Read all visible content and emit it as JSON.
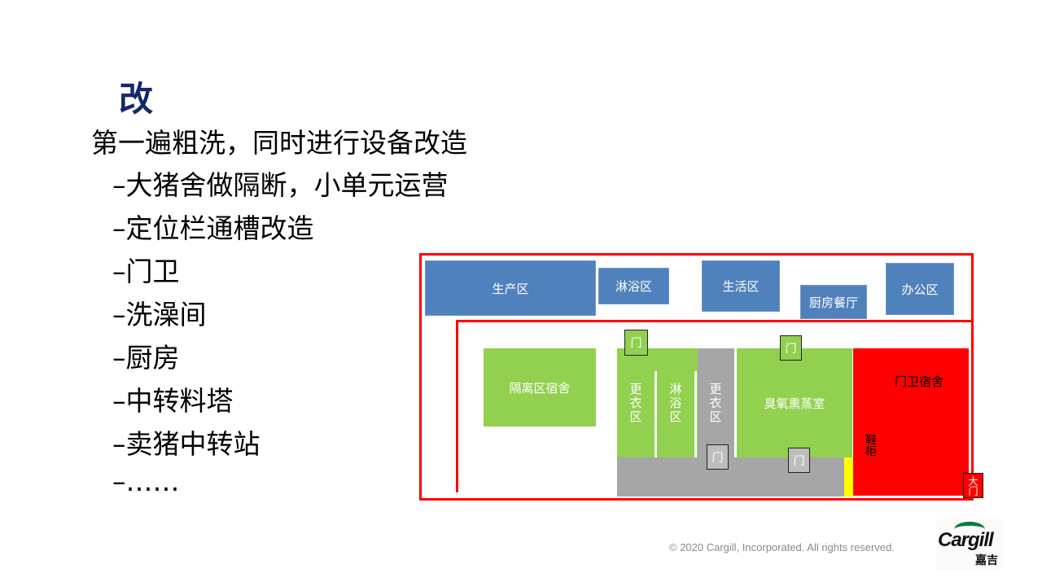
{
  "slide": {
    "title": "改",
    "main": "第一遍粗洗，同时进行设备改造",
    "items": [
      "–大猪舍做隔断，小单元运营",
      "–定位栏通槽改造",
      "–门卫",
      "–洗澡间",
      "–厨房",
      "–中转料塔",
      "–卖猪中转站",
      "–……"
    ]
  },
  "diagram": {
    "production": "生产区",
    "shower_top": "淋浴区",
    "living": "生活区",
    "kitchen": "厨房餐厅",
    "office": "办公区",
    "isolation": "隔离区宿舍",
    "changing1": "更衣区",
    "shower": "淋浴区",
    "changing2": "更衣区",
    "ozone": "臭氧熏蒸室",
    "guard": "门卫宿舍",
    "shoe": "鞋柜",
    "gate": "大门",
    "door": "门"
  },
  "footer": {
    "copyright": "© 2020 Cargill, Incorporated. All rights reserved.",
    "logo": "Cargill",
    "logo_cn": "嘉吉"
  },
  "colors": {
    "title": "#13296b",
    "blue": "#4f81bd",
    "green": "#92d050",
    "red": "#ff0000",
    "gray": "#a6a6a6",
    "yellow": "#ffff00"
  }
}
